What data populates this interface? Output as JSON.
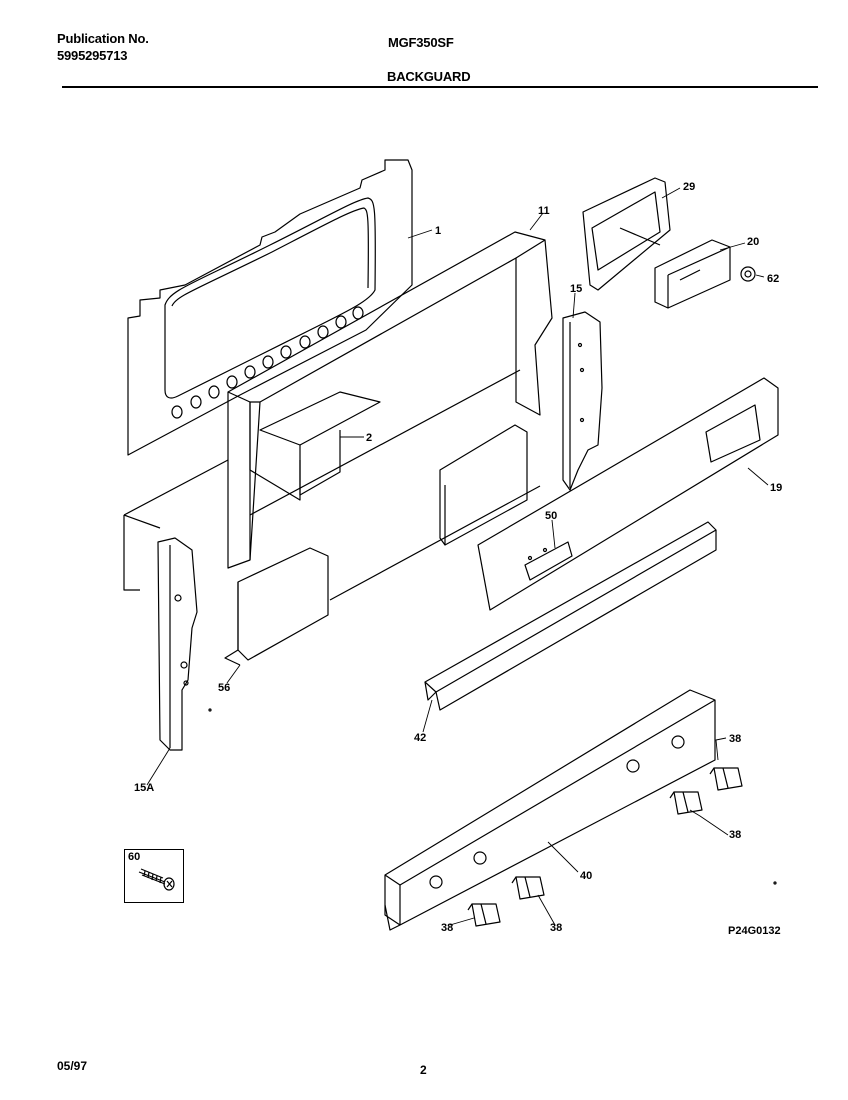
{
  "header": {
    "publication_label": "Publication No.",
    "publication_number": "5995295713",
    "model": "MGF350SF",
    "section": "BACKGUARD"
  },
  "footer": {
    "date": "05/97",
    "page": "2",
    "figure_code": "P24G0132"
  },
  "callouts": [
    "1",
    "11",
    "29",
    "20",
    "62",
    "15",
    "2",
    "19",
    "50",
    "56",
    "42",
    "15A",
    "38",
    "38",
    "40",
    "38",
    "38",
    "60"
  ]
}
